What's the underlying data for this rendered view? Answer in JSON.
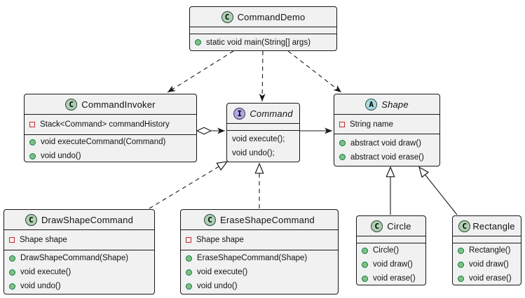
{
  "diagram_type": "uml-class-diagram",
  "colors": {
    "box_fill": "#F1F1F1",
    "box_border": "#181818",
    "class_spot": "#ADD1B2",
    "interface_spot": "#B4A7E5",
    "abstract_spot": "#A9DCDF",
    "private_field_icon": "#C82930",
    "public_method_icon": "#84BE84",
    "background": "#FFFFFF"
  },
  "classes": [
    {
      "name": "CommandDemo",
      "kind": "class",
      "spot_letter": "C",
      "fields": [],
      "methods": [
        {
          "text": "static void main(String[] args)",
          "visibility": "public"
        }
      ]
    },
    {
      "name": "CommandInvoker",
      "kind": "class",
      "spot_letter": "C",
      "fields": [
        {
          "text": "Stack<Command> commandHistory",
          "visibility": "private"
        }
      ],
      "methods": [
        {
          "text": "void executeCommand(Command)",
          "visibility": "public"
        },
        {
          "text": "void undo()",
          "visibility": "public"
        }
      ]
    },
    {
      "name": "Command",
      "kind": "interface",
      "spot_letter": "I",
      "fields": [],
      "methods": [
        {
          "text": "void execute();",
          "visibility": "none"
        },
        {
          "text": "void undo();",
          "visibility": "none"
        }
      ]
    },
    {
      "name": "Shape",
      "kind": "abstract",
      "spot_letter": "A",
      "fields": [
        {
          "text": "String name",
          "visibility": "private"
        }
      ],
      "methods": [
        {
          "text": "abstract void draw()",
          "visibility": "public"
        },
        {
          "text": "abstract void erase()",
          "visibility": "public"
        }
      ]
    },
    {
      "name": "DrawShapeCommand",
      "kind": "class",
      "spot_letter": "C",
      "fields": [
        {
          "text": "Shape shape",
          "visibility": "private"
        }
      ],
      "methods": [
        {
          "text": "DrawShapeCommand(Shape)",
          "visibility": "public"
        },
        {
          "text": "void execute()",
          "visibility": "public"
        },
        {
          "text": "void undo()",
          "visibility": "public"
        }
      ]
    },
    {
      "name": "EraseShapeCommand",
      "kind": "class",
      "spot_letter": "C",
      "fields": [
        {
          "text": "Shape shape",
          "visibility": "private"
        }
      ],
      "methods": [
        {
          "text": "EraseShapeCommand(Shape)",
          "visibility": "public"
        },
        {
          "text": "void execute()",
          "visibility": "public"
        },
        {
          "text": "void undo()",
          "visibility": "public"
        }
      ]
    },
    {
      "name": "Circle",
      "kind": "class",
      "spot_letter": "C",
      "fields": [],
      "methods": [
        {
          "text": "Circle()",
          "visibility": "public"
        },
        {
          "text": "void draw()",
          "visibility": "public"
        },
        {
          "text": "void erase()",
          "visibility": "public"
        }
      ]
    },
    {
      "name": "Rectangle",
      "kind": "class",
      "spot_letter": "C",
      "fields": [],
      "methods": [
        {
          "text": "Rectangle()",
          "visibility": "public"
        },
        {
          "text": "void draw()",
          "visibility": "public"
        },
        {
          "text": "void erase()",
          "visibility": "public"
        }
      ]
    }
  ],
  "relations": [
    {
      "from": "CommandDemo",
      "to": "CommandInvoker",
      "type": "dependency",
      "line": "dashed"
    },
    {
      "from": "CommandDemo",
      "to": "Command",
      "type": "dependency",
      "line": "dashed"
    },
    {
      "from": "CommandDemo",
      "to": "Shape",
      "type": "dependency",
      "line": "dashed"
    },
    {
      "from": "CommandInvoker",
      "to": "Command",
      "type": "aggregation",
      "line": "solid"
    },
    {
      "from": "Command",
      "to": "Shape",
      "type": "association",
      "line": "solid"
    },
    {
      "from": "DrawShapeCommand",
      "to": "Command",
      "type": "realization",
      "line": "dashed"
    },
    {
      "from": "EraseShapeCommand",
      "to": "Command",
      "type": "realization",
      "line": "dashed"
    },
    {
      "from": "Circle",
      "to": "Shape",
      "type": "inheritance",
      "line": "solid"
    },
    {
      "from": "Rectangle",
      "to": "Shape",
      "type": "inheritance",
      "line": "solid"
    }
  ]
}
